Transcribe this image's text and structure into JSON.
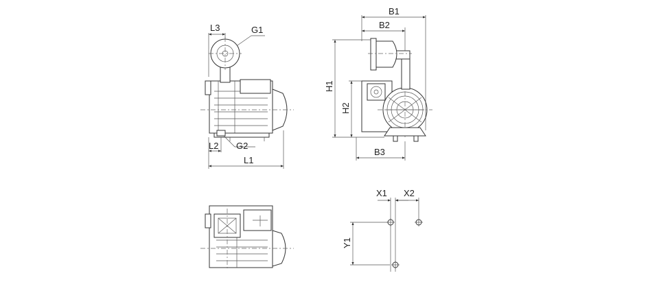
{
  "labels": {
    "L3": "L3",
    "G1": "G1",
    "L2": "L2",
    "G2": "G2",
    "L1": "L1",
    "B1": "B1",
    "B2": "B2",
    "B3": "B3",
    "H1": "H1",
    "H2": "H2",
    "X1": "X1",
    "X2": "X2",
    "Y1": "Y1"
  },
  "colors": {
    "line": "#333333",
    "background": "#ffffff"
  }
}
